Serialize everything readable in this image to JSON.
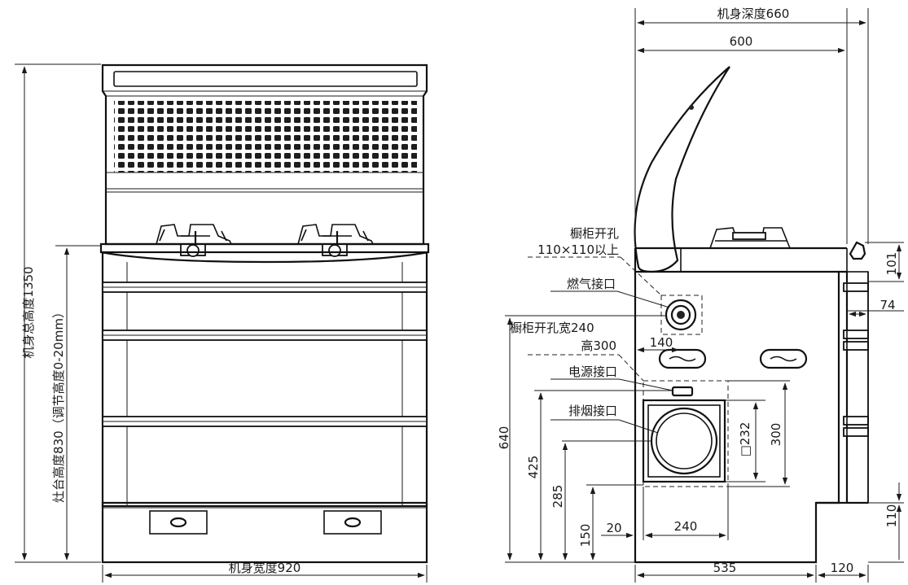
{
  "front_view": {
    "total_height_label": "机身总高度1350",
    "counter_height_label": "灶台高度830（调节高度0-20mm）",
    "width_label": "机身宽度920"
  },
  "side_view": {
    "depth_label": "机身深度660",
    "depth_inner_label": "600",
    "cabinet_hole_label_line1": "橱柜开孔",
    "cabinet_hole_label_line2": "110×110以上",
    "gas_inlet_label": "燃气接口",
    "cabinet_hole_width_label": "橱柜开孔宽240",
    "cabinet_hole_height_label": "高300",
    "dim_140": "140",
    "power_inlet_label": "电源接口",
    "exhaust_inlet_label": "排烟接口",
    "dim_640": "640",
    "dim_425": "425",
    "dim_285": "285",
    "dim_150": "150",
    "dim_20": "20",
    "dim_240": "240",
    "dim_232": "□232",
    "dim_300": "300",
    "dim_101": "101",
    "dim_74": "74",
    "dim_110": "110",
    "dim_535": "535",
    "dim_120": "120"
  }
}
